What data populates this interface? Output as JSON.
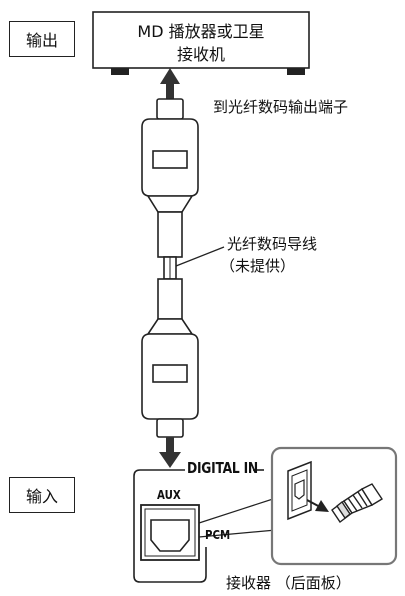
{
  "labels": {
    "output": "输出",
    "input": "输入",
    "device_line1": "MD 播放器或卫星",
    "device_line2": "接收机",
    "to_output_terminal": "到光纤数码输出端子",
    "cable_line1": "光纤数码导线",
    "cable_line2": "（未提供）",
    "digital_in": "DIGITAL IN",
    "aux": "AUX",
    "pcm": "PCM",
    "receiver_caption": "接收器  （后面板）"
  }
}
